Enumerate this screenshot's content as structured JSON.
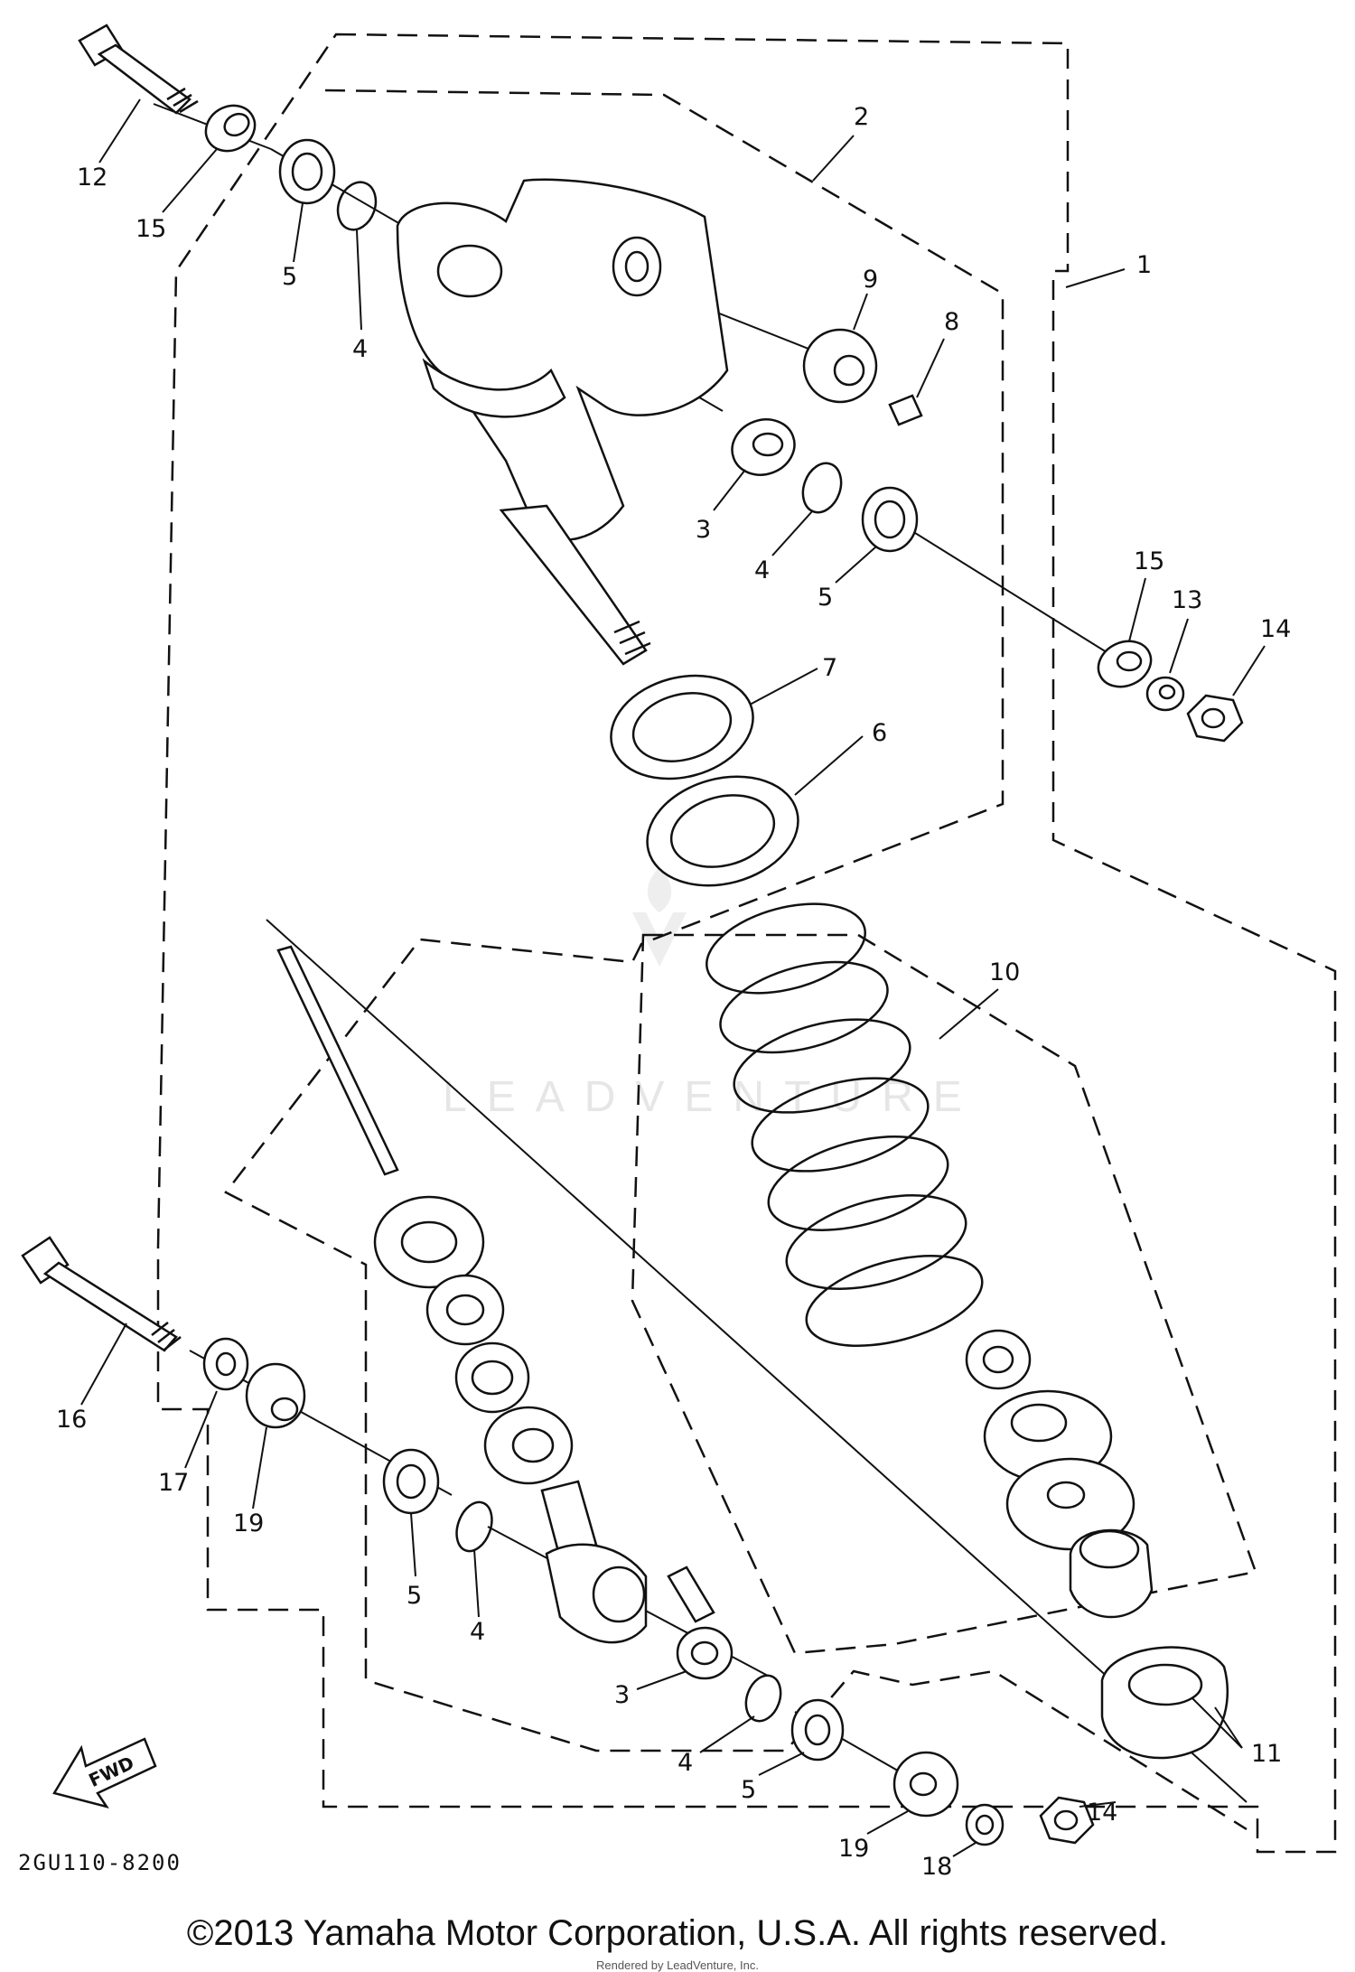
{
  "diagram": {
    "labels": {
      "l1": "1",
      "l2": "2",
      "l3a": "3",
      "l3b": "3",
      "l4a": "4",
      "l4b": "4",
      "l4c": "4",
      "l4d": "4",
      "l5a": "5",
      "l5b": "5",
      "l5c": "5",
      "l5d": "5",
      "l6": "6",
      "l7": "7",
      "l8": "8",
      "l9": "9",
      "l10": "10",
      "l11": "11",
      "l12": "12",
      "l13": "13",
      "l14a": "14",
      "l14b": "14",
      "l15a": "15",
      "l15b": "15",
      "l16": "16",
      "l17": "17",
      "l18": "18",
      "l19a": "19",
      "l19b": "19"
    },
    "fwd_label": "FWD",
    "drawing_code": "2GU110-8200",
    "watermark_text": "LEADVENTURE"
  },
  "footer": {
    "copyright": "©2013 Yamaha Motor Corporation, U.S.A. All rights reserved.",
    "rendered_by": "Rendered by LeadVenture, Inc."
  },
  "colors": {
    "ink": "#111111",
    "watermark": "#e6e6e6",
    "background": "#ffffff"
  }
}
